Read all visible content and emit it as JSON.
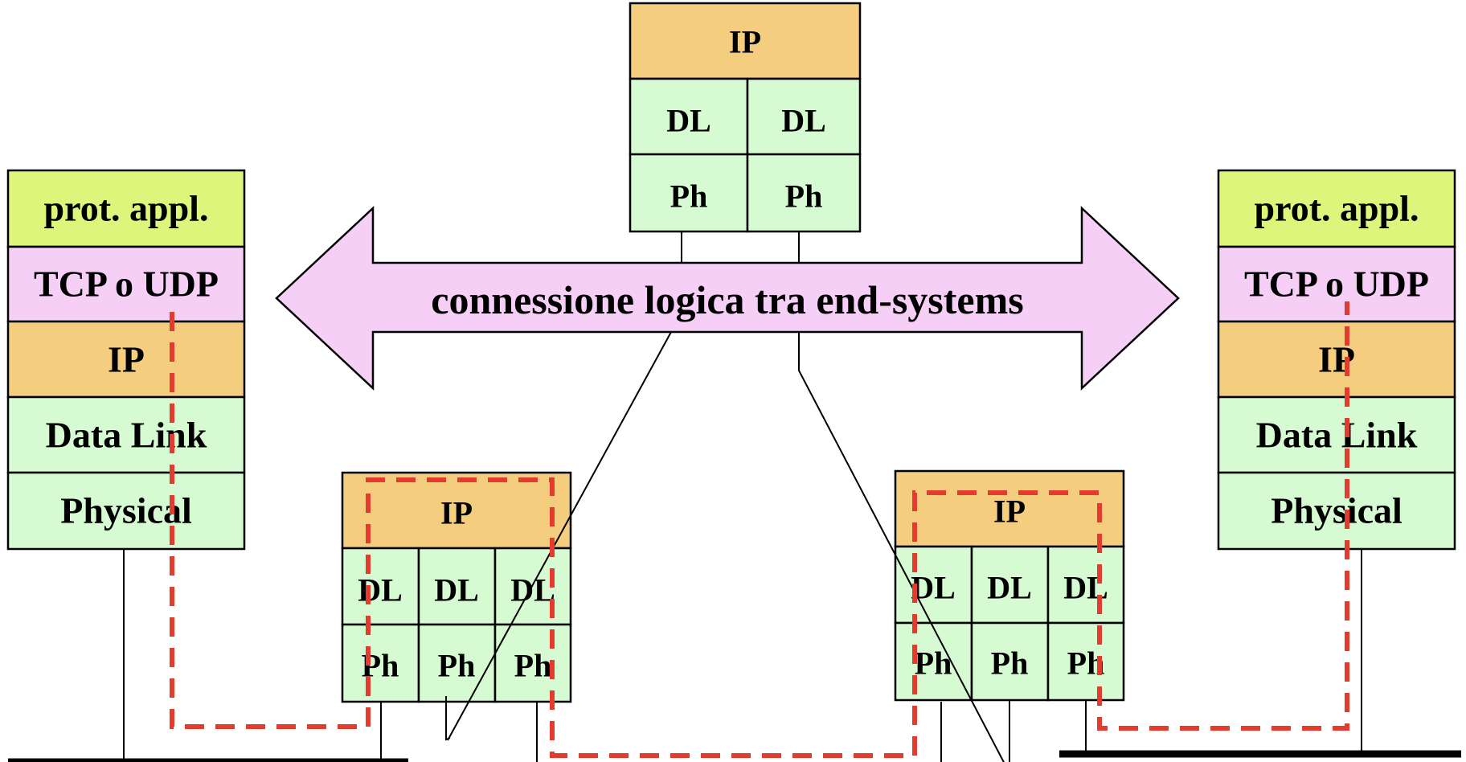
{
  "colors": {
    "appl": "#dcf57a",
    "transport": "#f5cff5",
    "ip": "#f5cd7e",
    "lower": "#d6fad2",
    "arrow": "#f5cff5",
    "path": "#e33b2e"
  },
  "left_host": {
    "appl": "prot. appl.",
    "transport": "TCP o UDP",
    "ip": "IP",
    "datalink": "Data Link",
    "physical": "Physical"
  },
  "right_host": {
    "appl": "prot. appl.",
    "transport": "TCP o UDP",
    "ip": "IP",
    "datalink": "Data Link",
    "physical": "Physical"
  },
  "top_router": {
    "ip": "IP",
    "dl": [
      "DL",
      "DL"
    ],
    "ph": [
      "Ph",
      "Ph"
    ]
  },
  "left_router": {
    "ip": "IP",
    "dl": [
      "DL",
      "DL",
      "DL"
    ],
    "ph": [
      "Ph",
      "Ph",
      "Ph"
    ]
  },
  "right_router": {
    "ip": "IP",
    "dl": [
      "DL",
      "DL",
      "DL"
    ],
    "ph": [
      "Ph",
      "Ph",
      "Ph"
    ]
  },
  "arrow_label": "connessione logica tra end-systems"
}
